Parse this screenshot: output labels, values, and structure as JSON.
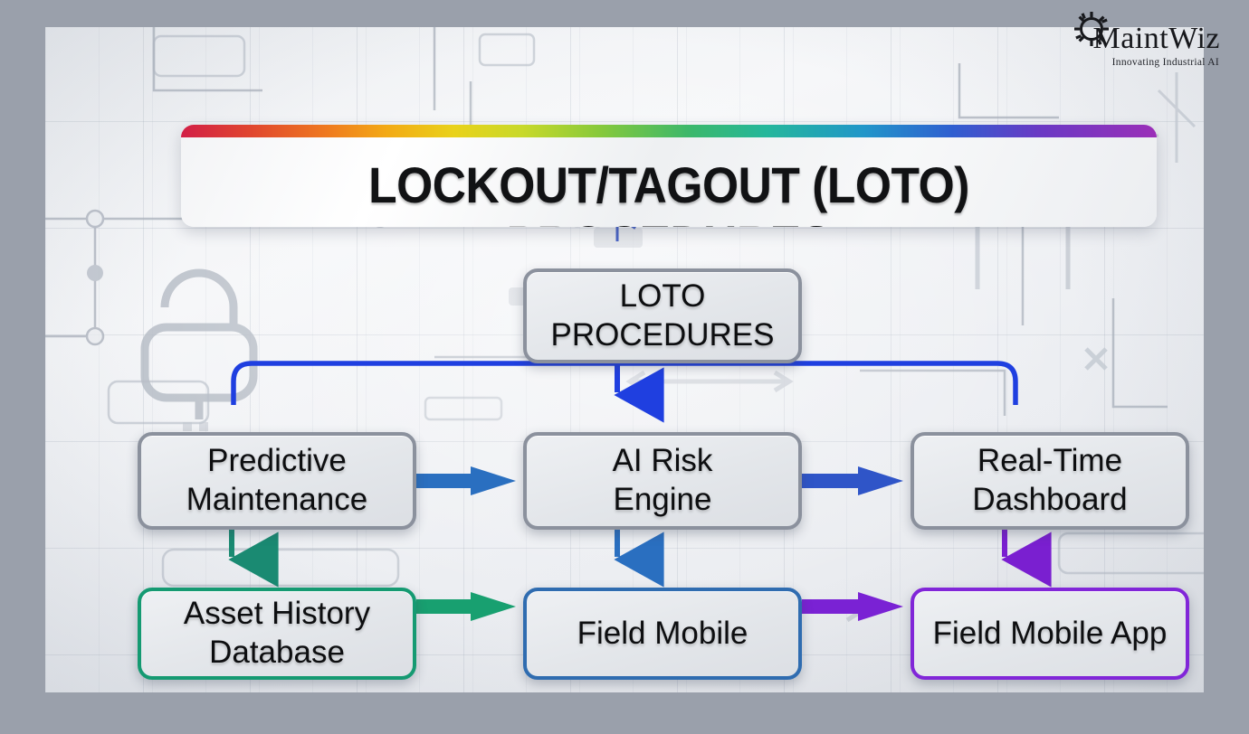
{
  "brand": {
    "name": "MaintWiz",
    "tagline": "Innovating Industrial AI",
    "logo_icon": "gear-icon"
  },
  "banner": {
    "title": "LOCKOUT/TAGOUT (LOTO) PROCEDURES",
    "accent_gradient": [
      "#d21f47",
      "#ef7a1f",
      "#f3a915",
      "#86c93b",
      "#24b79b",
      "#2f5fd0",
      "#9b2fb8"
    ]
  },
  "diagram": {
    "type": "flowchart",
    "nodes": [
      {
        "id": "loto",
        "label": "LOTO\nPROCEDURES",
        "line1": "LOTO",
        "line2": "PROCEDURES",
        "border_color": "#8b919d",
        "row": 1,
        "col": 2
      },
      {
        "id": "pm",
        "label": "Predictive Maintenance",
        "line1": "Predictive",
        "line2": "Maintenance",
        "border_color": "#8b919d",
        "row": 2,
        "col": 1
      },
      {
        "id": "ai",
        "label": "AI Risk Engine",
        "line1": "AI Risk",
        "line2": "Engine",
        "border_color": "#8b919d",
        "row": 2,
        "col": 2
      },
      {
        "id": "rt",
        "label": "Real-Time Dashboard",
        "line1": "Real-Time",
        "line2": "Dashboard",
        "border_color": "#8b919d",
        "row": 2,
        "col": 3
      },
      {
        "id": "ah",
        "label": "Asset History Database",
        "line1": "Asset History",
        "line2": "Database",
        "border_color": "#159a72",
        "row": 3,
        "col": 1
      },
      {
        "id": "fm",
        "label": "Field Mobile",
        "line1": "Field Mobile",
        "line2": "",
        "border_color": "#2f6cb0",
        "row": 3,
        "col": 2
      },
      {
        "id": "fma",
        "label": "Field Mobile App",
        "line1": "Field Mobile App",
        "line2": "",
        "border_color": "#8126d8",
        "row": 3,
        "col": 3
      }
    ],
    "edges": [
      {
        "from": "loto",
        "to": "up",
        "color": "#3a5fc8",
        "style": "thin-arrow-up"
      },
      {
        "from": "loto",
        "to": "pm",
        "color": "#1f3fe0",
        "style": "bus-branch-left"
      },
      {
        "from": "loto",
        "to": "ai",
        "color": "#1f3fe0",
        "style": "arrow-down"
      },
      {
        "from": "loto",
        "to": "rt",
        "color": "#1f3fe0",
        "style": "bus-branch-right"
      },
      {
        "from": "pm",
        "to": "ai",
        "color": "#2a6fc0",
        "style": "thick-arrow-right"
      },
      {
        "from": "ai",
        "to": "rt",
        "color": "#2f55c8",
        "style": "thick-arrow-right"
      },
      {
        "from": "pm",
        "to": "ah",
        "color": "#1a8a72",
        "style": "arrow-down"
      },
      {
        "from": "ai",
        "to": "fm",
        "color": "#2a6fc0",
        "style": "arrow-down"
      },
      {
        "from": "rt",
        "to": "fma",
        "color": "#7a1fd0",
        "style": "arrow-down"
      },
      {
        "from": "ah",
        "to": "fm",
        "color": "#18a070",
        "style": "thick-arrow-right"
      },
      {
        "from": "fm",
        "to": "fma",
        "color": "#7a22d4",
        "style": "thick-arrow-right"
      }
    ]
  }
}
